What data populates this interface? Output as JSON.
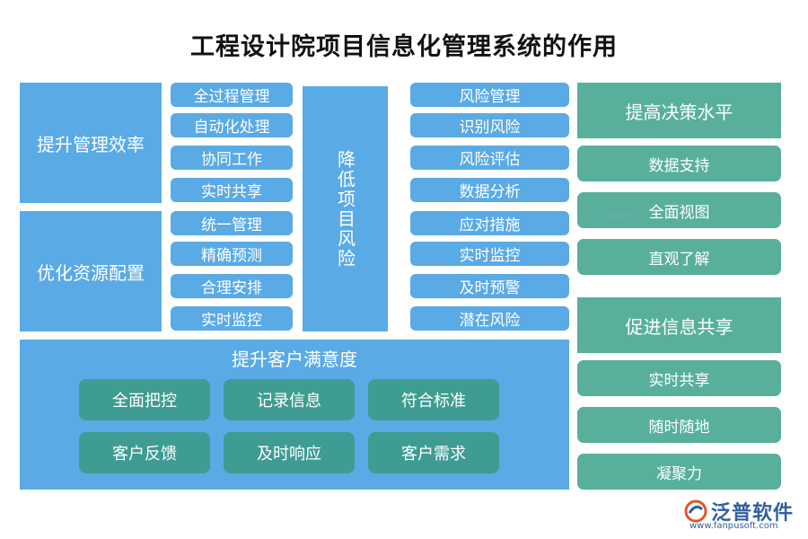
{
  "title": "工程设计院项目信息化管理系统的作用",
  "left": {
    "block1": {
      "label": "提升管理效率",
      "items": [
        "全过程管理",
        "自动化处理",
        "协同工作",
        "实时共享"
      ]
    },
    "block2": {
      "label": "优化资源配置",
      "items": [
        "统一管理",
        "精确预测",
        "合理安排",
        "实时监控"
      ]
    }
  },
  "center": {
    "label": "降低项目风险"
  },
  "risk_items": [
    "风险管理",
    "识别风险",
    "风险评估",
    "数据分析",
    "应对措施",
    "实时监控",
    "及时预警",
    "潜在风险"
  ],
  "customer": {
    "label": "提升客户满意度",
    "items": [
      "全面把控",
      "记录信息",
      "符合标准",
      "客户反馈",
      "及时响应",
      "客户需求"
    ]
  },
  "right": {
    "block1": {
      "label": "提高决策水平",
      "items": [
        "数据支持",
        "全面视图",
        "直观了解"
      ]
    },
    "block2": {
      "label": "促进信息共享",
      "items": [
        "实时共享",
        "随时随地",
        "凝聚力"
      ]
    }
  },
  "watermark": "泛普软件",
  "logo": {
    "text": "泛普软件",
    "url": "www.fanpusoft.com"
  },
  "colors": {
    "blue": "#5aaae5",
    "teal": "#58b09c",
    "teal_dark": "#3f9c92"
  }
}
